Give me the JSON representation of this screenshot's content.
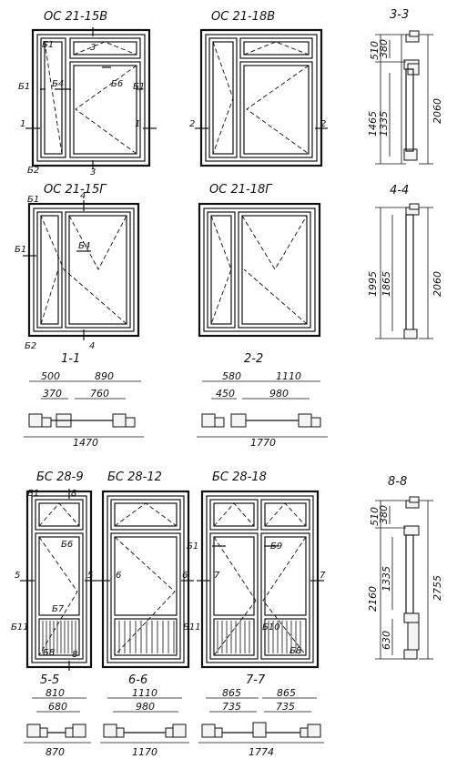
{
  "titles": {
    "oc21_15v": "ОС 21-15В",
    "oc21_18v": "ОС 21-18В",
    "oc21_15g": "ОС 21-15Г",
    "oc21_18g": "ОС 21-18Г",
    "bc28_9": "БС 28-9",
    "bc28_12": "БС 28-12",
    "bc28_18": "БС 28-18",
    "s3_3": "3-3",
    "s4_4": "4-4",
    "s8_8": "8-8",
    "s1_1": "1-1",
    "s2_2": "2-2",
    "s5_5": "5-5",
    "s6_6": "6-6",
    "s7_7": "7-7"
  },
  "labels": {
    "b1": "Б1",
    "b2": "Б2",
    "b4": "Б4",
    "b6": "Б6",
    "b7": "Б7",
    "b8": "Б8",
    "b9": "Б9",
    "b10": "Б10",
    "b11": "Б11",
    "n1": "1",
    "n2": "2",
    "n3": "3",
    "n4": "4",
    "n5": "5",
    "n6": "6",
    "n7": "7",
    "n8": "8"
  },
  "dims": {
    "s33": {
      "d510": "510",
      "d380": "380",
      "d1465": "1465",
      "d1335": "1335",
      "d2060": "2060"
    },
    "s44": {
      "d1995": "1995",
      "d1865": "1865",
      "d2060": "2060"
    },
    "s88": {
      "d510": "510",
      "d380": "380",
      "d2160": "2160",
      "d1335": "1335",
      "d630": "630",
      "d2755": "2755"
    },
    "s11": {
      "d500": "500",
      "d890": "890",
      "d370": "370",
      "d760": "760",
      "d1470": "1470"
    },
    "s22": {
      "d580": "580",
      "d1110": "1110",
      "d450": "450",
      "d980": "980",
      "d1770": "1770"
    },
    "s55": {
      "d810": "810",
      "d680": "680",
      "d870": "870"
    },
    "s66": {
      "d1110": "1110",
      "d980": "980",
      "d1170": "1170"
    },
    "s77": {
      "d865a": "865",
      "d865b": "865",
      "d735a": "735",
      "d735b": "735",
      "d1774": "1774"
    }
  }
}
